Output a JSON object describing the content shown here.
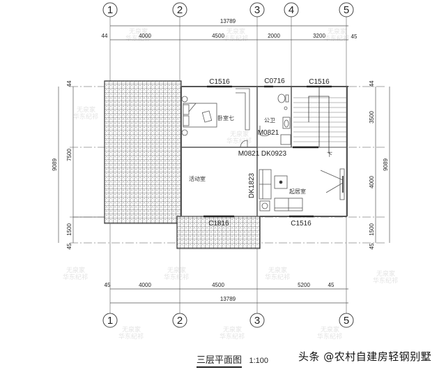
{
  "drawing": {
    "title": "三层平面图",
    "scale": "1:100",
    "credit": "头条 @农村自建房轻钢别墅",
    "watermark": "无泉家 华东纪祁"
  },
  "axes": {
    "top": [
      "1",
      "2",
      "3",
      "4",
      "5"
    ],
    "bottom": [
      "1",
      "2",
      "3",
      "5"
    ]
  },
  "dimensions": {
    "top_total": "13789",
    "top_segments": [
      "44",
      "4000",
      "4500",
      "2000",
      "3200",
      "45"
    ],
    "bottom_segments": [
      "45",
      "4000",
      "4500",
      "5200",
      "45"
    ],
    "bottom_total": "13789",
    "left_total": "9089",
    "left_segments": [
      "44",
      "7500",
      "1500",
      "45"
    ],
    "right_total": "9089",
    "right_segments": [
      "44",
      "3500",
      "4000",
      "1500",
      "45"
    ]
  },
  "openings": {
    "window_bedroom": "C1516",
    "window_bath": "C0716",
    "window_stair": "C1516",
    "door_bath": "M0821",
    "door_bedroom": "M0821",
    "opening_hall": "DK0923",
    "opening_activity": "DK1823",
    "window_activity": "C1816",
    "window_living": "C1516"
  },
  "rooms": {
    "bedroom": "卧室七",
    "bathroom": "公卫",
    "activity": "活动室",
    "living": "起居室",
    "stair_down": "下"
  },
  "colors": {
    "line": "#333333",
    "wall": "#555555",
    "hatch": "#444444",
    "axis": "#888888"
  }
}
